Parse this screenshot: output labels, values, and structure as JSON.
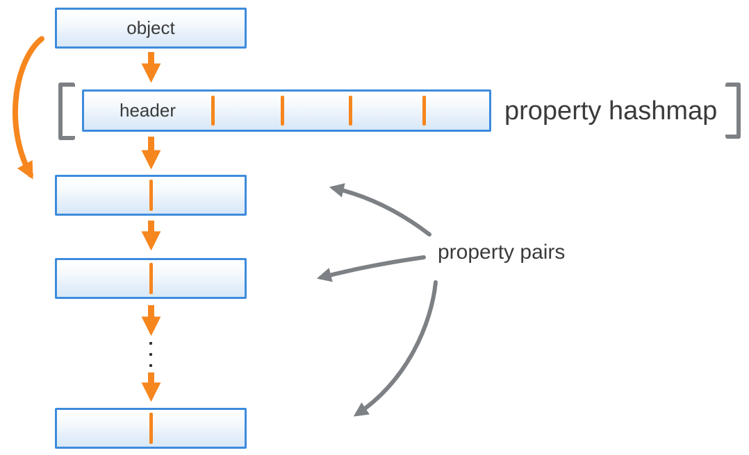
{
  "boxes": {
    "object": {
      "label": "object"
    },
    "hashmap_header": {
      "label": "header",
      "empty_slot_count": 4
    },
    "property_pair_count": 3
  },
  "annotations": {
    "hashmap_label": "property hashmap",
    "pairs_label": "property pairs"
  },
  "icons": {
    "down_arrows": "orange-down-arrow",
    "object_to_pairs": "orange-curved-arrow",
    "pairs_pointers": "gray-curved-arrow",
    "ellipsis": "vertical-ellipsis"
  },
  "colors": {
    "accent_orange": "#F6861E",
    "box_border_blue": "#3D8BDC",
    "box_fill_top": "#FEFEFF",
    "box_fill_bottom": "#D7E8F8",
    "gray": "#7D8084",
    "text": "#3B3B3B"
  }
}
